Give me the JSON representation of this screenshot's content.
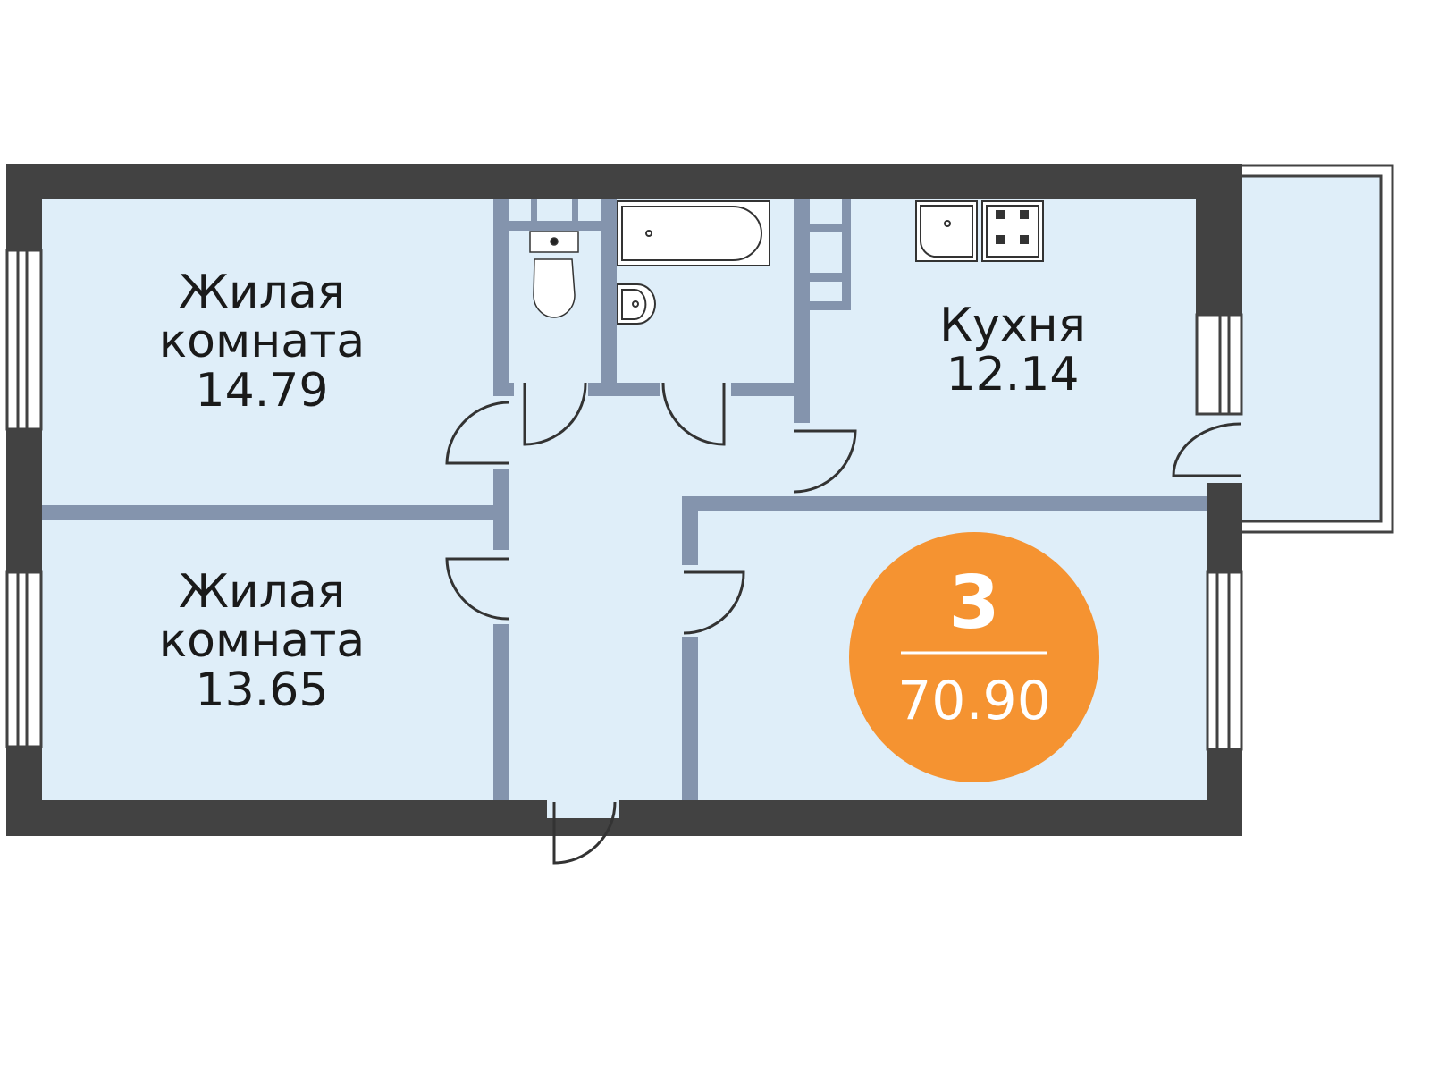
{
  "rooms": [
    {
      "name": "Жилая",
      "name2": "комната",
      "area": "14.79"
    },
    {
      "name": "Жилая",
      "name2": "комната",
      "area": "13.65"
    },
    {
      "name": "Кухня",
      "area": "12.14"
    }
  ],
  "badge": {
    "rooms_count": "3",
    "total_area": "70.90"
  },
  "colors": {
    "outer_wall": "#424242",
    "partition": "#8494ad",
    "floor": "#dfeef9",
    "badge": "#f59331"
  }
}
